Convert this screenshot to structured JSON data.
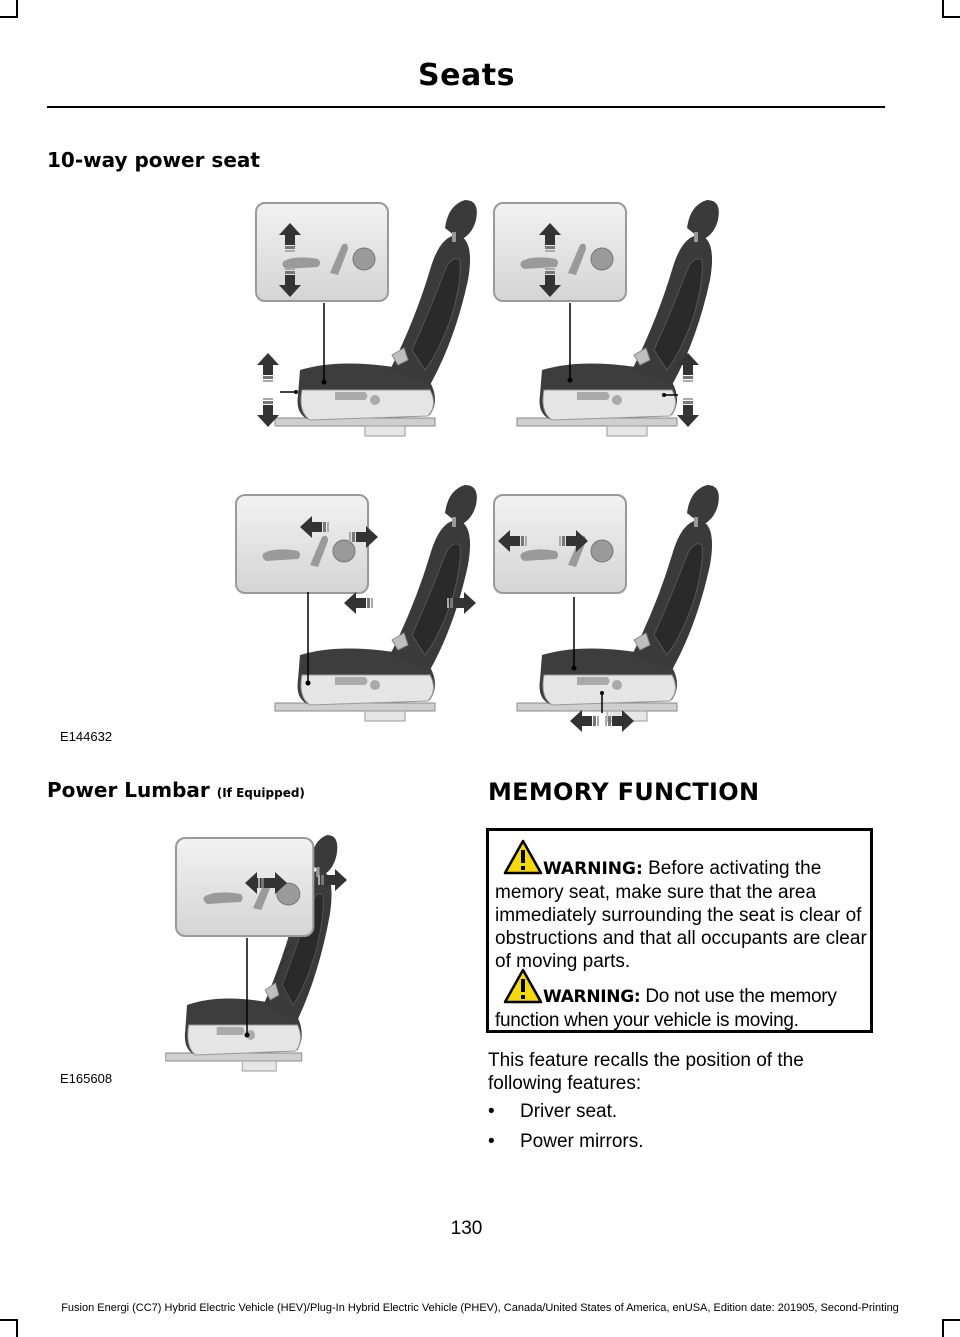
{
  "header": {
    "title": "Seats"
  },
  "sections": {
    "ten_way": {
      "heading": "10-way power seat",
      "figure_code": "E144632"
    },
    "lumbar": {
      "heading": "Power Lumbar",
      "heading_suffix": "(If Equipped)",
      "figure_code": "E165608"
    },
    "memory": {
      "heading": "MEMORY FUNCTION",
      "warning1_label": "WARNING:",
      "warning1_text": "Before activating the memory seat, make sure that the area immediately surrounding the seat is clear of obstructions and that all occupants are clear of moving parts.",
      "warning2_label": "WARNING:",
      "warning2_text": "Do not use the memory function when your vehicle is moving.",
      "intro": "This feature recalls the position of the following features:",
      "bullets": [
        "Driver seat.",
        "Power mirrors."
      ]
    }
  },
  "page_number": "130",
  "footer": "Fusion Energi (CC7) Hybrid Electric Vehicle (HEV)/Plug-In Hybrid Electric Vehicle (PHEV), Canada/United States of America, enUSA, Edition date: 201905, Second-Printing",
  "colors": {
    "seat_dark": "#3a3a3a",
    "seat_light": "#d9d9d9",
    "inset_bg": "#e6e6e6",
    "warning_yellow": "#f5d90a"
  }
}
